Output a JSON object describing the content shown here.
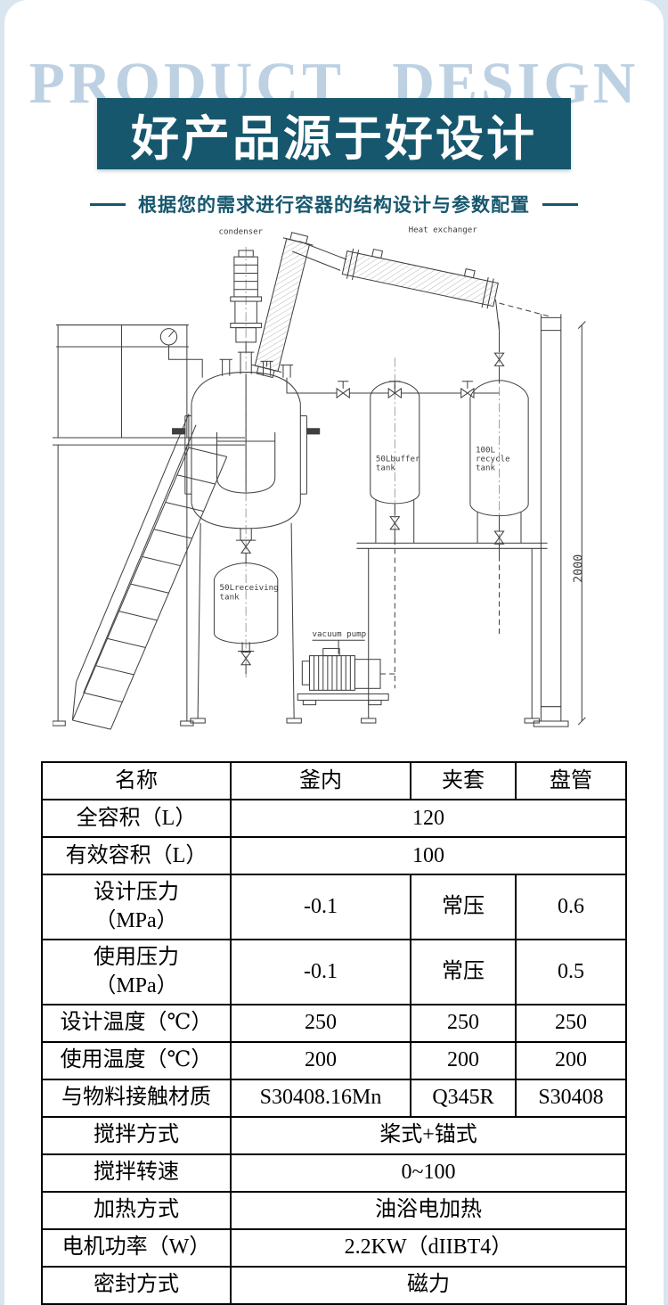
{
  "hero": {
    "watermark": "PRODUCT DESIGN",
    "title": "好产品源于好设计",
    "subtitle": "根据您的需求进行容器的结构设计与参数配置"
  },
  "drawing": {
    "labels": {
      "condenser": "condenser",
      "heat_exchanger": "Heat exchanger",
      "buffer": [
        "50Lbuffer",
        "tank"
      ],
      "recycle": [
        "100L",
        "recycle",
        "tank"
      ],
      "receiving": [
        "50Lreceiving",
        "tank"
      ],
      "vacuum_pump": "vacuum pump",
      "dimension": "2000"
    }
  },
  "spec_table": {
    "headers": [
      "名称",
      "釜内",
      "夹套",
      "盘管"
    ],
    "rows": [
      {
        "label": "全容积（L）",
        "cells": [
          "120"
        ]
      },
      {
        "label": "有效容积（L）",
        "cells": [
          "100"
        ]
      },
      {
        "label": "设计压力\n（MPa）",
        "cells": [
          "-0.1",
          "常压",
          "0.6"
        ]
      },
      {
        "label": "使用压力\n（MPa）",
        "cells": [
          "-0.1",
          "常压",
          "0.5"
        ]
      },
      {
        "label": "设计温度（℃）",
        "cells": [
          "250",
          "250",
          "250"
        ]
      },
      {
        "label": "使用温度（℃）",
        "cells": [
          "200",
          "200",
          "200"
        ]
      },
      {
        "label": "与物料接触材质",
        "cells": [
          "S30408.16Mn",
          "Q345R",
          "S30408"
        ]
      },
      {
        "label": "搅拌方式",
        "cells": [
          "桨式+锚式"
        ]
      },
      {
        "label": "搅拌转速",
        "cells": [
          "0~100"
        ]
      },
      {
        "label": "加热方式",
        "cells": [
          "油浴电加热"
        ]
      },
      {
        "label": "电机功率（W）",
        "cells": [
          "2.2KW（dIIBT4）"
        ]
      },
      {
        "label": "密封方式",
        "cells": [
          "磁力"
        ]
      }
    ]
  }
}
